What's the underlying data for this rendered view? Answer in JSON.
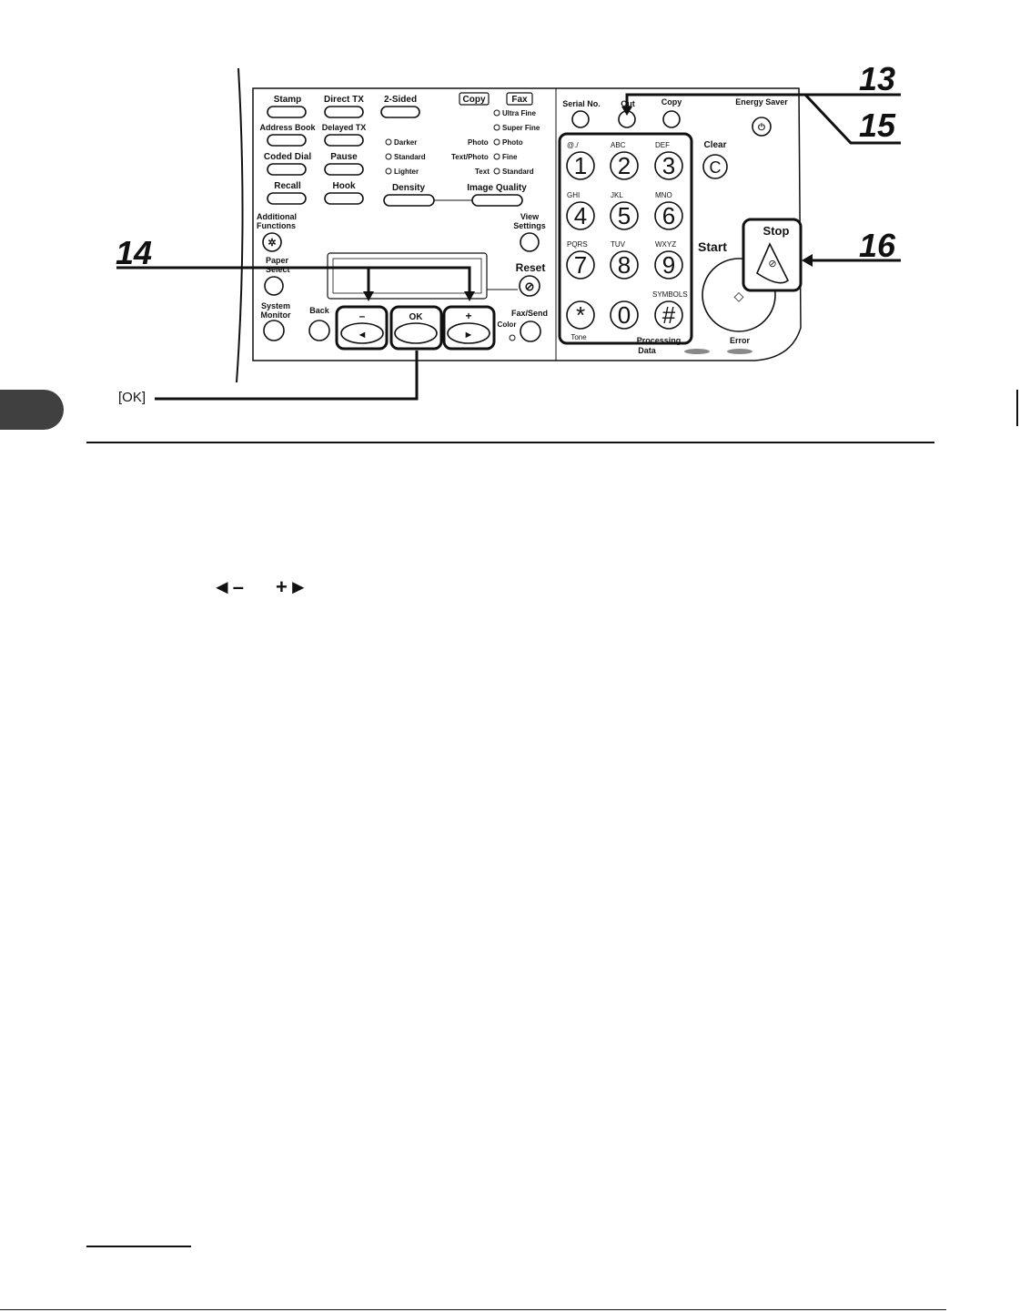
{
  "panel": {
    "stamp": "Stamp",
    "direct_tx": "Direct TX",
    "two_sided": "2-Sided",
    "copy_mode": "Copy",
    "fax_mode": "Fax",
    "ultra_fine": "Ultra Fine",
    "super_fine": "Super Fine",
    "address_book": "Address Book",
    "delayed_tx": "Delayed TX",
    "darker": "Darker",
    "standard": "Standard",
    "lighter": "Lighter",
    "photo_left": "Photo",
    "photo_right": "Photo",
    "text_photo": "Text/Photo",
    "fine": "Fine",
    "text": "Text",
    "standard_right": "Standard",
    "coded_dial": "Coded Dial",
    "pause": "Pause",
    "recall": "Recall",
    "hook": "Hook",
    "density": "Density",
    "image_quality": "Image Quality",
    "additional": "Additional",
    "functions": "Functions",
    "paper": "Paper",
    "select": "Select",
    "view": "View",
    "settings": "Settings",
    "reset": "Reset",
    "system": "System",
    "monitor": "Monitor",
    "back": "Back",
    "minus": "–",
    "ok": "OK",
    "plus": "+",
    "color": "Color",
    "fax_send": "Fax/Send",
    "serial_no": "Serial No.",
    "out": "Out",
    "copy_top": "Copy",
    "energy_saver": "Energy Saver",
    "clear": "Clear",
    "clear_glyph": "C",
    "start": "Start",
    "stop": "Stop",
    "processing": "Processing",
    "data": "Data",
    "error": "Error",
    "tone": "Tone",
    "keys": [
      {
        "digit": "1",
        "letters": "@./"
      },
      {
        "digit": "2",
        "letters": "ABC"
      },
      {
        "digit": "3",
        "letters": "DEF"
      },
      {
        "digit": "4",
        "letters": "GHI"
      },
      {
        "digit": "5",
        "letters": "JKL"
      },
      {
        "digit": "6",
        "letters": "MNO"
      },
      {
        "digit": "7",
        "letters": "PQRS"
      },
      {
        "digit": "8",
        "letters": "TUV"
      },
      {
        "digit": "9",
        "letters": "WXYZ"
      },
      {
        "digit": "*",
        "letters": ""
      },
      {
        "digit": "0",
        "letters": ""
      },
      {
        "digit": "#",
        "letters": "SYMBOLS"
      }
    ]
  },
  "callouts": {
    "c13": "13",
    "c14": "14",
    "c15": "15",
    "c16": "16",
    "ok_label": "[OK]"
  },
  "body": {
    "arrow_left_glyph": "◄–",
    "arrow_right_glyph": "+►"
  }
}
